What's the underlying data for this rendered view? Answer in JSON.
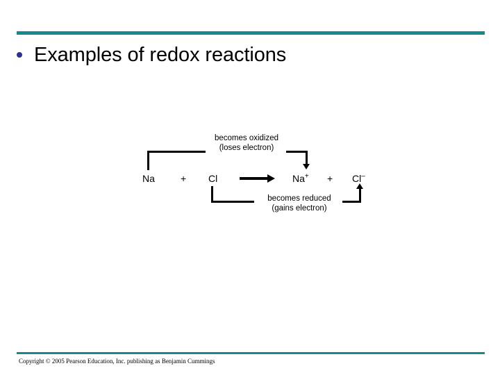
{
  "slide": {
    "background_color": "#FFFFFF",
    "accent_color": "#14898E",
    "bullet_color": "#2E3192",
    "title": "Examples of redox reactions",
    "footer": "Copyright © 2005 Pearson Education, Inc. publishing as Benjamin Cummings"
  },
  "diagram": {
    "equation": {
      "reactant_1": "Na",
      "plus_1": "+",
      "reactant_2": "Cl",
      "yields_arrow": "→",
      "product_1_symbol": "Na",
      "product_1_charge": "+",
      "plus_2": "+",
      "product_2_symbol": "Cl",
      "product_2_charge": "–"
    },
    "annotations": [
      {
        "id": "oxidation",
        "line1": "becomes oxidized",
        "line2": "(loses electron)",
        "from": "Na",
        "to": "Na+"
      },
      {
        "id": "reduction",
        "line1": "becomes reduced",
        "line2": "(gains electron)",
        "from": "Cl",
        "to": "Cl-"
      }
    ]
  }
}
